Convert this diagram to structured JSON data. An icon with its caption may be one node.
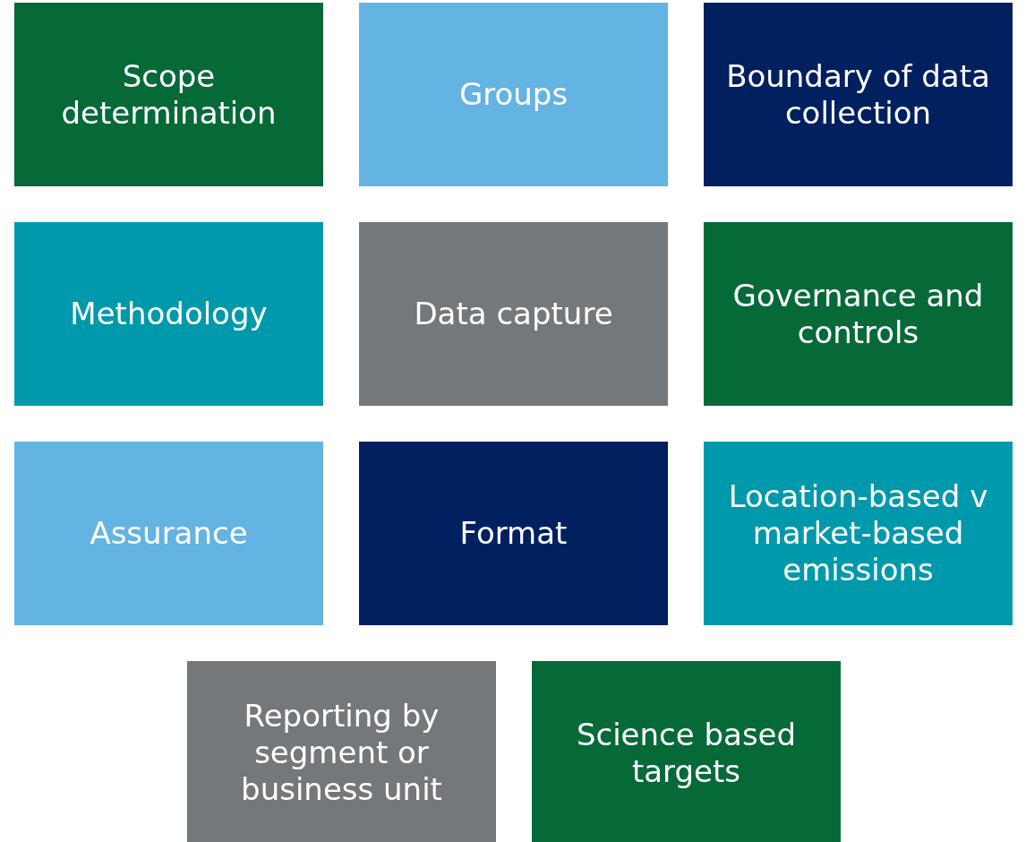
{
  "diagram": {
    "nodes": [
      {
        "text": [
          "Scope determination"
        ]
      },
      {
        "text": [
          "Groups"
        ]
      },
      {
        "text": [
          "Boundary of data collection"
        ]
      },
      {
        "text": [
          "Methodology"
        ]
      },
      {
        "text": [
          "Data capture"
        ]
      },
      {
        "text": [
          "Governance and controls"
        ]
      },
      {
        "text": [
          "Assurance"
        ]
      },
      {
        "text": [
          "Format"
        ]
      },
      {
        "text": [
          "Location-based v market-based emissions"
        ]
      },
      {
        "text": [
          "Reporting by segment or business unit"
        ]
      },
      {
        "text": [
          "Science based targets"
        ]
      }
    ]
  }
}
